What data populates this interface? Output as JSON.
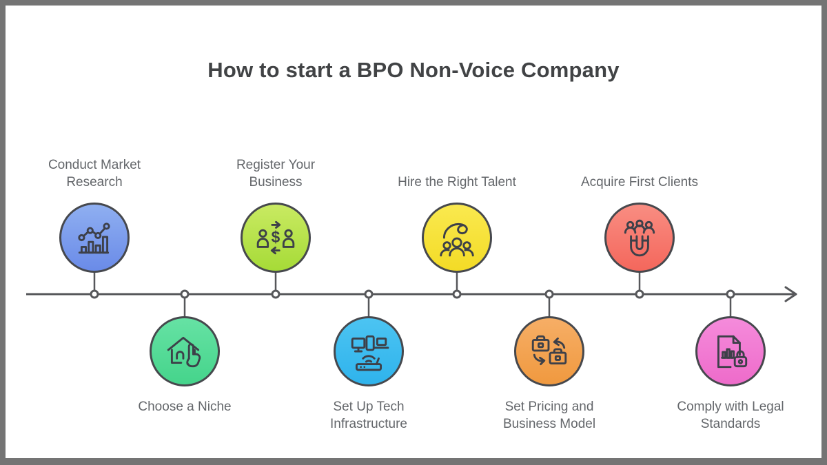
{
  "title": "How to start a BPO Non-Voice Company",
  "frame": {
    "border_color": "#747474",
    "background": "#ffffff"
  },
  "timeline": {
    "direction": "left-to-right",
    "line_color": "#56575a",
    "node_fill": "#ffffff"
  },
  "text_colors": {
    "title": "#414345",
    "label": "#63666a"
  },
  "steps": [
    {
      "label": "Conduct Market Research",
      "position": "above",
      "icon": "market-research-chart-icon",
      "color_top": "#8FAFF1",
      "color_bottom": "#6A8BE8"
    },
    {
      "label": "Choose a Niche",
      "position": "below",
      "icon": "house-niche-pointer-icon",
      "color_top": "#66E2A4",
      "color_bottom": "#45D48B"
    },
    {
      "label": "Register Your Business",
      "position": "above",
      "icon": "people-exchange-dollar-icon",
      "color_top": "#C9EA62",
      "color_bottom": "#A6DB37"
    },
    {
      "label": "Set Up Tech Infrastructure",
      "position": "below",
      "icon": "devices-network-icon",
      "color_top": "#4CC4F2",
      "color_bottom": "#2FB3EC"
    },
    {
      "label": "Hire the Right Talent",
      "position": "above",
      "icon": "hand-picking-team-icon",
      "color_top": "#FAE94F",
      "color_bottom": "#F3DB26"
    },
    {
      "label": "Set Pricing and Business Model",
      "position": "below",
      "icon": "briefcase-cycle-icon",
      "color_top": "#F6AE66",
      "color_bottom": "#F0993F"
    },
    {
      "label": "Acquire First Clients",
      "position": "above",
      "icon": "magnet-clients-icon",
      "color_top": "#F98D82",
      "color_bottom": "#F4675C"
    },
    {
      "label": "Comply with Legal Standards",
      "position": "below",
      "icon": "document-lock-icon",
      "color_top": "#F58BDB",
      "color_bottom": "#EE6BCA"
    }
  ]
}
